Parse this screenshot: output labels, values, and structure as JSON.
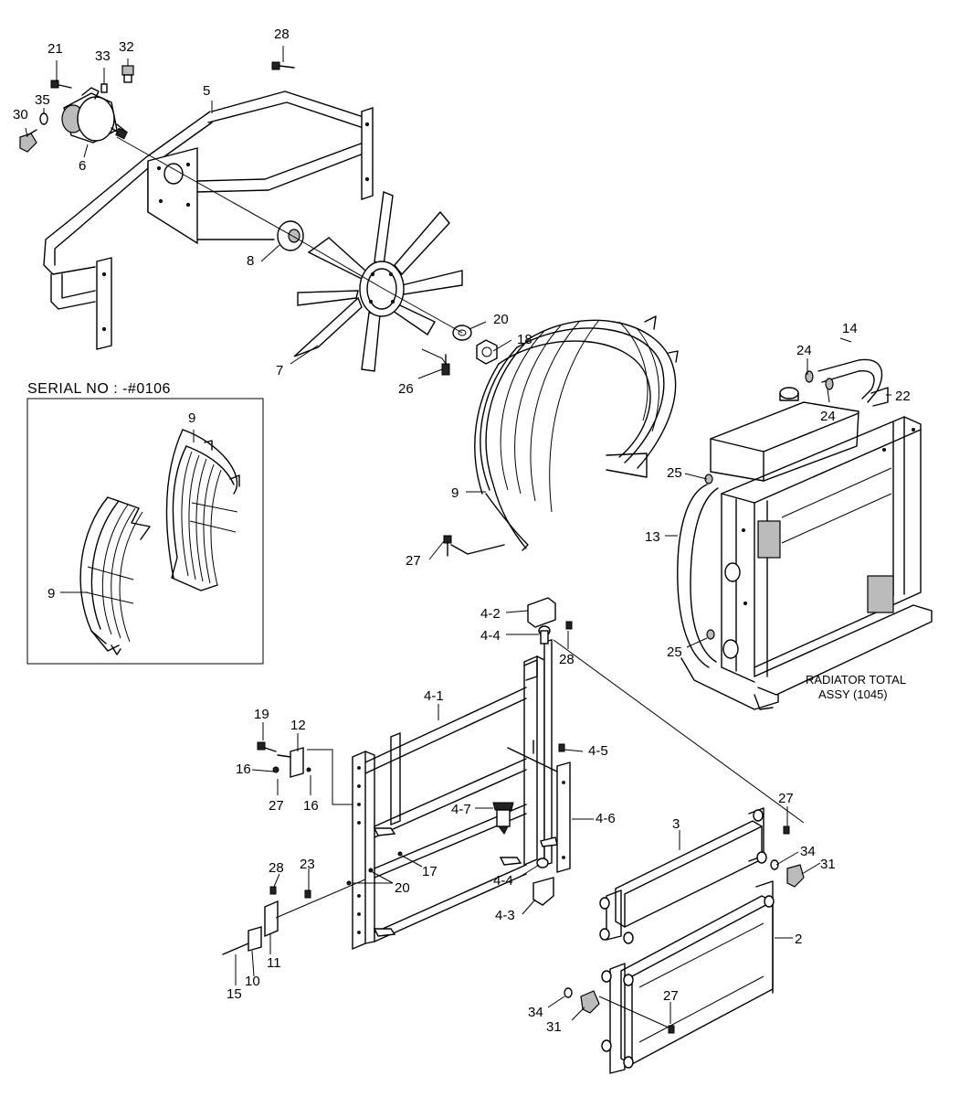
{
  "serial_note": "SERIAL NO : -#0106",
  "radiator_caption": [
    "RADIATOR TOTAL",
    "ASSY (1045)"
  ],
  "labels": [
    "21",
    "33",
    "32",
    "35",
    "30",
    "6",
    "5",
    "28",
    "8",
    "7",
    "20",
    "18",
    "26",
    "9",
    "9",
    "9",
    "14",
    "24",
    "24",
    "22",
    "25",
    "13",
    "25",
    "27",
    "4-2",
    "4-4",
    "28",
    "4-1",
    "19",
    "12",
    "16",
    "27",
    "16",
    "4-5",
    "4-7",
    "4-6",
    "17",
    "20",
    "28",
    "23",
    "4-4",
    "4-3",
    "15",
    "10",
    "11",
    "3",
    "27",
    "34",
    "31",
    "2",
    "34",
    "31",
    "27"
  ]
}
